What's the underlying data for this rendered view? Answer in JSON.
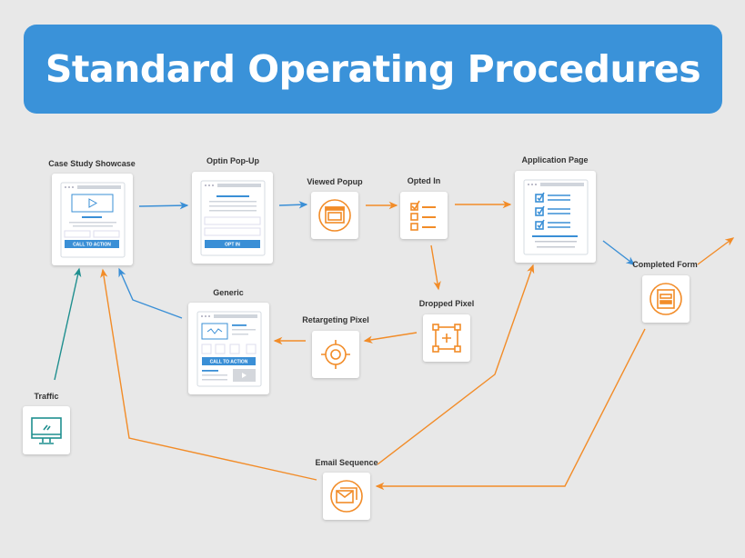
{
  "title": "Standard Operating Procedures",
  "colors": {
    "banner": "#3a92d9",
    "blue": "#3a8fd6",
    "orange": "#f28c28",
    "teal": "#1f8f8f",
    "background": "#e8e8e8"
  },
  "nodes": {
    "case_study": {
      "label": "Case Study Showcase",
      "button": "CALL TO ACTION",
      "icon": "landing-page-video-icon"
    },
    "optin_popup": {
      "label": "Optin Pop-Up",
      "button": "OPT IN",
      "icon": "optin-form-icon"
    },
    "viewed_popup": {
      "label": "Viewed Popup",
      "icon": "popup-window-icon"
    },
    "opted_in": {
      "label": "Opted In",
      "icon": "checklist-icon"
    },
    "application_page": {
      "label": "Application Page",
      "icon": "application-checklist-icon"
    },
    "completed_form": {
      "label": "Completed Form",
      "icon": "form-icon"
    },
    "dropped_pixel": {
      "label": "Dropped Pixel",
      "icon": "pixel-icon"
    },
    "retargeting_pixel": {
      "label": "Retargeting Pixel",
      "icon": "target-icon"
    },
    "generic": {
      "label": "Generic",
      "button": "CALL TO ACTION",
      "icon": "generic-page-icon"
    },
    "traffic": {
      "label": "Traffic",
      "icon": "monitor-icon"
    },
    "email_sequence": {
      "label": "Email Sequence",
      "icon": "email-icon"
    }
  },
  "edges": [
    {
      "from": "Traffic",
      "to": "Case Study Showcase",
      "color": "teal"
    },
    {
      "from": "Case Study Showcase",
      "to": "Optin Pop-Up",
      "color": "blue"
    },
    {
      "from": "Optin Pop-Up",
      "to": "Viewed Popup",
      "color": "blue"
    },
    {
      "from": "Viewed Popup",
      "to": "Opted In",
      "color": "orange"
    },
    {
      "from": "Opted In",
      "to": "Application Page",
      "color": "orange"
    },
    {
      "from": "Opted In",
      "to": "Dropped Pixel",
      "color": "orange"
    },
    {
      "from": "Dropped Pixel",
      "to": "Retargeting Pixel",
      "color": "orange"
    },
    {
      "from": "Retargeting Pixel",
      "to": "Generic",
      "color": "orange"
    },
    {
      "from": "Generic",
      "to": "Case Study Showcase",
      "color": "blue"
    },
    {
      "from": "Application Page",
      "to": "Completed Form",
      "color": "blue"
    },
    {
      "from": "Completed Form",
      "to": "Email Sequence",
      "color": "orange"
    },
    {
      "from": "Email Sequence",
      "to": "Case Study Showcase",
      "color": "orange"
    },
    {
      "from": "Email Sequence",
      "to": "Application Page",
      "color": "orange"
    },
    {
      "from": "Completed Form",
      "to": "",
      "color": "orange"
    }
  ]
}
